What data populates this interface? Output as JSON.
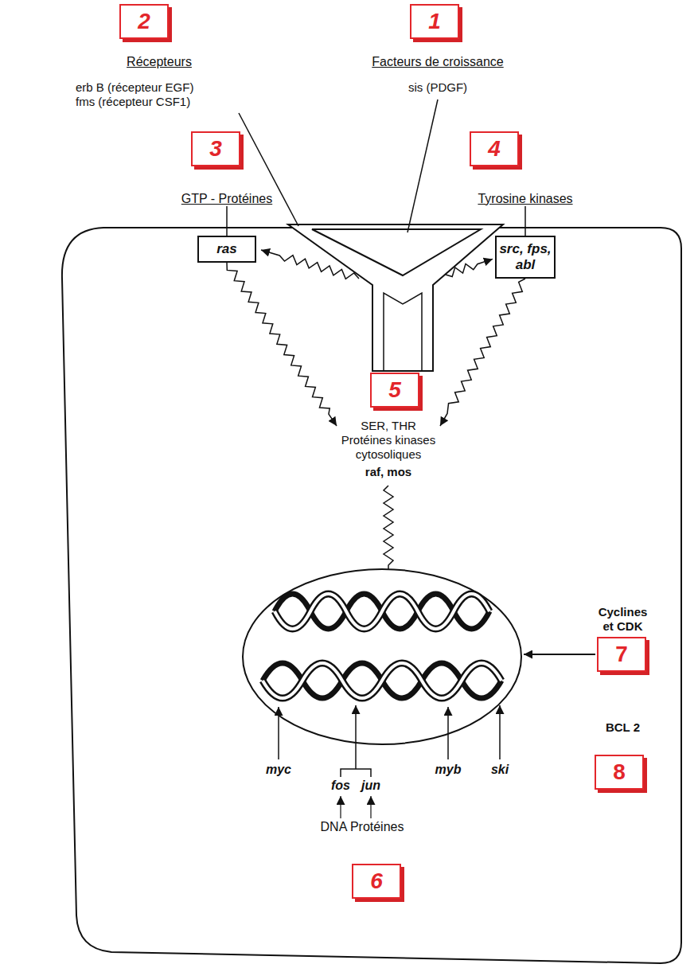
{
  "diagram": {
    "nodes": [
      {
        "text": [
          "2",
          "Récepteurs",
          "erb B (récepteur EGF) fms (récepteur CSF1)"
        ]
      },
      {
        "text": [
          "1",
          "Facteurs de croissance",
          "sis (PDGF)"
        ]
      },
      {
        "text": [
          "3",
          "GTP - Protéines"
        ]
      },
      {
        "text": [
          "4",
          "Tyrosine kinases"
        ]
      },
      {
        "text": [
          "ras"
        ]
      },
      {
        "text": [
          "src, fps, abl"
        ]
      },
      {
        "text": [
          "5",
          "SER, THR Protéines kinases cytosoliques",
          "raf, mos"
        ]
      },
      {
        "text": [
          "Cyclines et CDK",
          "7"
        ]
      },
      {
        "text": [
          "BCL 2",
          "8"
        ]
      },
      {
        "text": [
          "6"
        ]
      }
    ],
    "edges": [
      {
        "from": 2,
        "to": 4,
        "arrow": "none"
      },
      {
        "from": 3,
        "to": 5,
        "arrow": "none"
      },
      {
        "from": 4,
        "to": 6,
        "arrow": "to"
      },
      {
        "from": 5,
        "to": 6,
        "arrow": "to"
      }
    ],
    "labels": [
      "myc",
      "fos",
      "jun",
      "myb",
      "ski",
      "DNA Protéines"
    ]
  }
}
